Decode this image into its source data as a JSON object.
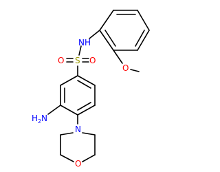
{
  "molecule": {
    "atoms": {
      "nh": "NH",
      "s": "S",
      "o_sulfonyl_left": "O",
      "o_sulfonyl_right": "O",
      "o_methoxy": "O",
      "amine_h": "H",
      "amine_sub": "2",
      "amine_n": "N",
      "morpholine_n": "N",
      "morpholine_o": "O"
    },
    "colors": {
      "bond": "#000000",
      "nitrogen": "#0000ff",
      "sulfur": "#999900",
      "oxygen": "#ff0000",
      "amine": "#0000ff"
    }
  }
}
